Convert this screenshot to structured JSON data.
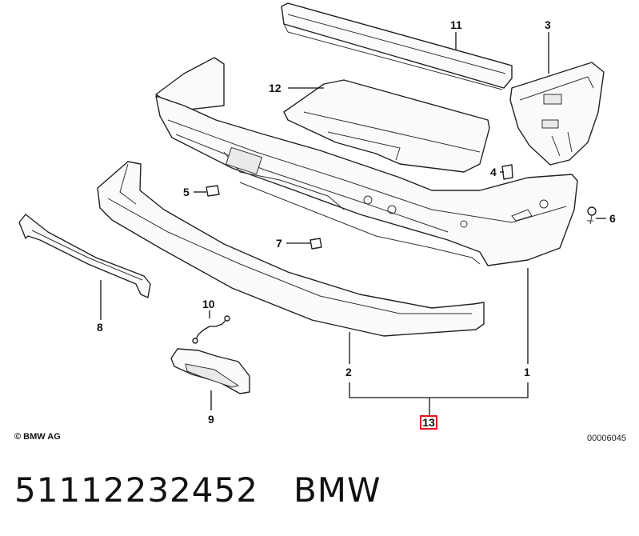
{
  "diagram": {
    "callouts": [
      "1",
      "2",
      "3",
      "4",
      "5",
      "6",
      "7",
      "8",
      "9",
      "10",
      "11",
      "12"
    ],
    "highlighted_callout": "13",
    "highlight_color": "#e0141e"
  },
  "copyright": "© BMW AG",
  "drawing_number": "00006045",
  "footer": {
    "part_number": "51112232452",
    "brand": "BMW"
  }
}
